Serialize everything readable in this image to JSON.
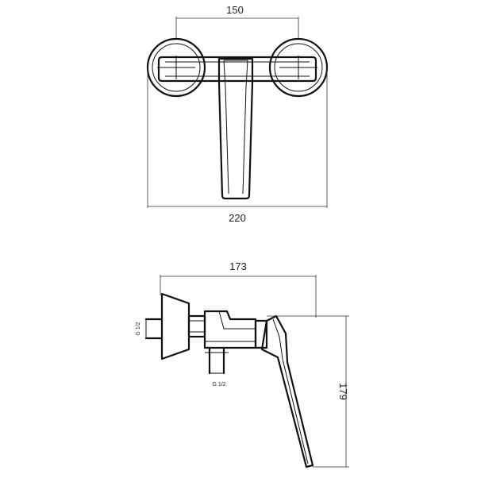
{
  "top_view": {
    "dim_top": "150",
    "dim_bottom": "220"
  },
  "side_view": {
    "dim_width": "173",
    "dim_height": "179",
    "thread_label_left": "G 1/2",
    "thread_label_bottom": "G 1/2"
  },
  "colors": {
    "line": "#111111",
    "background": "#ffffff"
  }
}
